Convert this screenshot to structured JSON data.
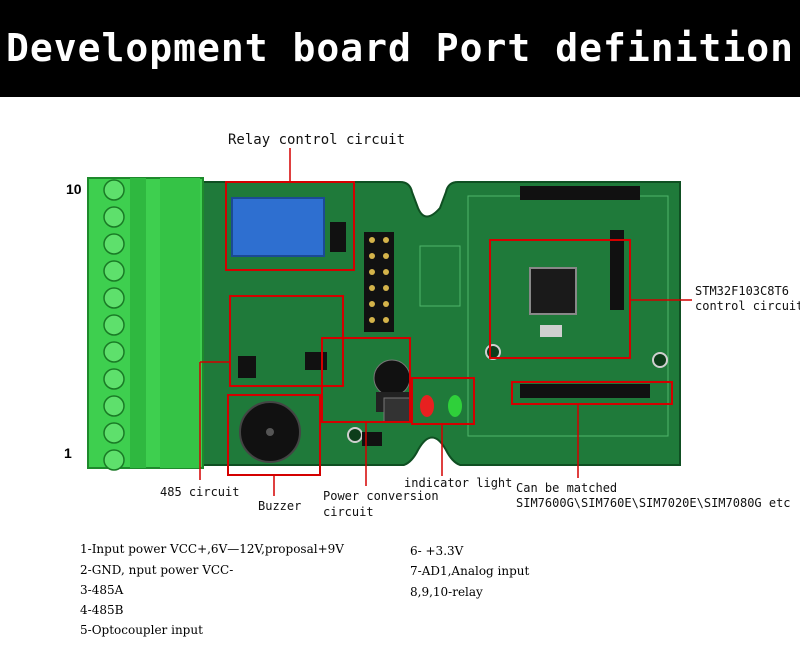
{
  "title": "Development board Port definition",
  "terminal": {
    "top_label": "10",
    "bottom_label": "1"
  },
  "callouts": {
    "relay": "Relay control circuit",
    "mcu_line1": "STM32F103C8T6",
    "mcu_line2": "control circuit",
    "rs485": "485 circuit",
    "buzzer": "Buzzer",
    "power_line1": "Power conversion",
    "power_line2": "circuit",
    "indicator": "indicator light",
    "match_line1": "Can be matched",
    "match_line2": "SIM7600G\\SIM760E\\SIM7020E\\SIM7080G etc"
  },
  "legend": {
    "left": [
      "1-Input power VCC+,6V—12V,proposal+9V",
      "2-GND, nput power VCC-",
      "3-485A",
      "4-485B",
      "5-Optocoupler input"
    ],
    "right": [
      "6- +3.3V",
      "7-AD1,Analog input",
      "8,9,10-relay"
    ]
  },
  "colors": {
    "banner": "#000000",
    "pcb": "#1f7a3a",
    "terminal": "#3ecf4f",
    "callout_box": "#d40000",
    "relay": "#2e6fd0",
    "led_red": "#e82020",
    "led_green": "#2fd03a"
  }
}
